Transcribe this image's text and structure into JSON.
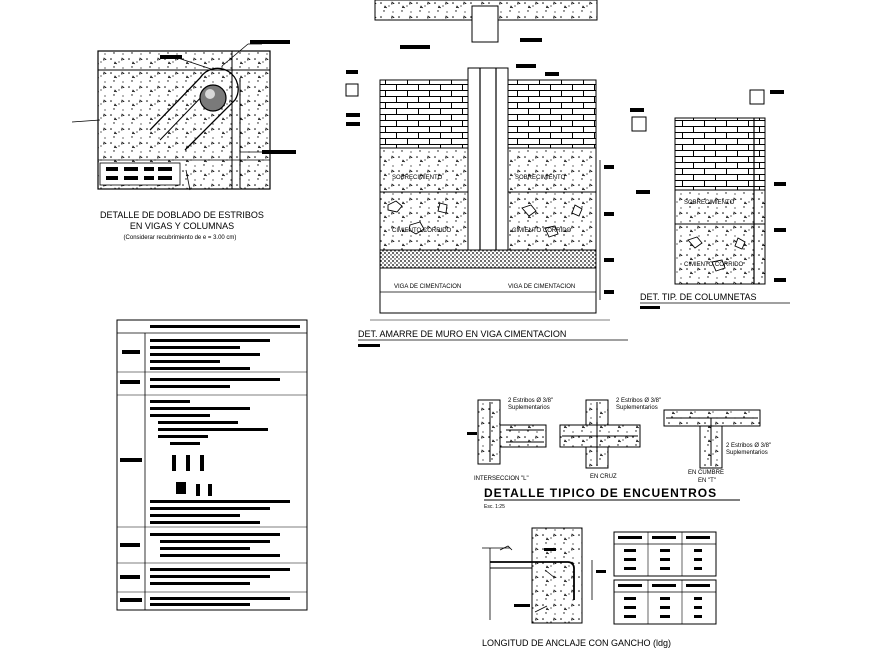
{
  "details": {
    "stirrup_bending": {
      "title_line1": "DETALLE DE DOBLADO DE ESTRIBOS",
      "title_line2": "EN VIGAS Y COLUMNAS",
      "note": "(Considerar recubrimiento de e = 3.00 cm)"
    },
    "wall_tie": {
      "title": "DET. AMARRE DE MURO EN VIGA CIMENTACION",
      "left_labels": [
        "SOBRECIMIENTO",
        "CIMIENTO CORRIDO",
        "VIGA DE CIMENTACION"
      ],
      "right_labels": [
        "SOBRECIMIENTO",
        "CIMIENTO CORRIDO",
        "VIGA DE CIMENTACION"
      ]
    },
    "columnetas": {
      "title": "DET. TIP. DE COLUMNETAS",
      "labels": [
        "SOBRECIMIENTO",
        "CIMIENTO CORRIDO"
      ]
    },
    "encounters": {
      "title": "DETALLE TIPICO DE ENCUENTROS",
      "scale": "Esc. 1:25",
      "callout_line1": "2 Estribos Ø 3/8\"",
      "callout_line2": "Suplementarios",
      "sub_l": "INTERSECCION \"L\"",
      "sub_cross": "EN CRUZ",
      "sub_t_line1": "EN CUMBRE",
      "sub_t_line2": "EN \"T\""
    },
    "anchorage": {
      "title": "LONGITUD DE ANCLAJE CON GANCHO (ldg)"
    }
  }
}
